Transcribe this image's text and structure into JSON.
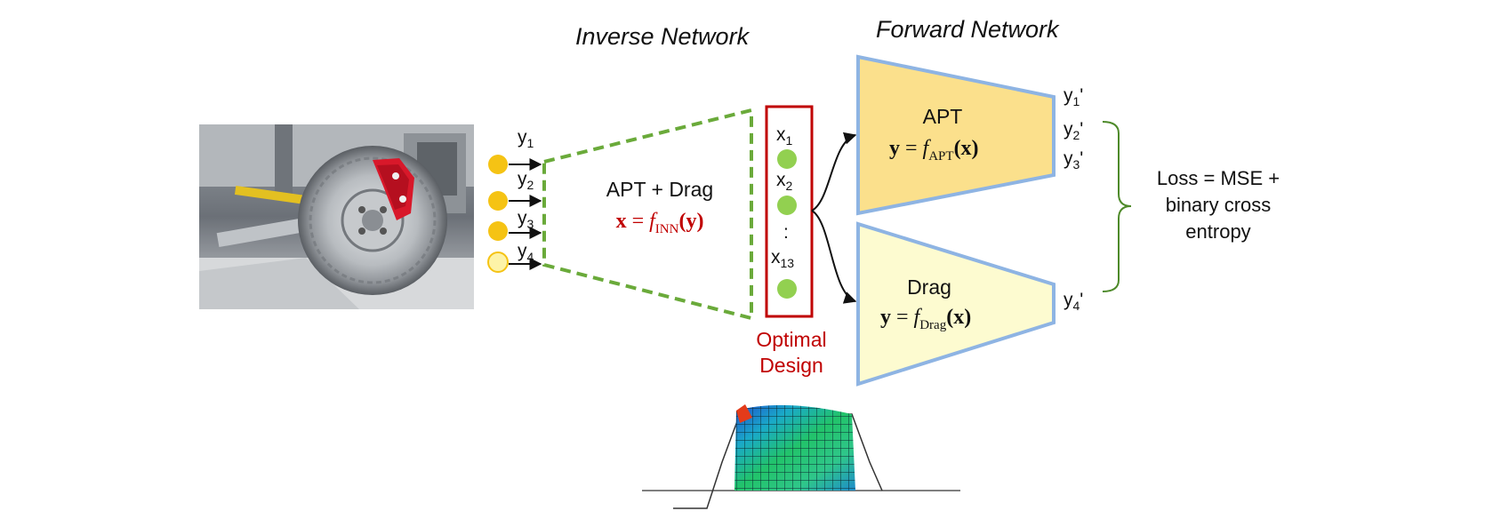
{
  "titles": {
    "inverse": "Inverse Network",
    "forward": "Forward Network"
  },
  "inputs": {
    "y1": "y",
    "y1_sub": "1",
    "y2": "y",
    "y2_sub": "2",
    "y3": "y",
    "y3_sub": "3",
    "y4": "y",
    "y4_sub": "4"
  },
  "inverse_box": {
    "label": "APT + Drag",
    "eq_lhs": "x",
    "eq_eq": " = ",
    "eq_f": "f",
    "eq_sub": "INN",
    "eq_arg": "(y)"
  },
  "design_vector": {
    "x1": "x",
    "x1_sub": "1",
    "x2": "x",
    "x2_sub": "2",
    "dots": ":",
    "x13": "x",
    "x13_sub": "13",
    "label_line1": "Optimal",
    "label_line2": "Design"
  },
  "apt_box": {
    "label": "APT",
    "eq_lhs": "y",
    "eq_eq": " = ",
    "eq_f": "f",
    "eq_sub": "APT",
    "eq_arg": "(x)"
  },
  "drag_box": {
    "label": "Drag",
    "eq_lhs": "y",
    "eq_eq": " = ",
    "eq_f": "f",
    "eq_sub": "Drag",
    "eq_arg": "(x)"
  },
  "outputs": {
    "y1": "y",
    "y1_sub": "1",
    "y1_prime": "'",
    "y2": "y",
    "y2_sub": "2",
    "y2_prime": "'",
    "y3": "y",
    "y3_sub": "3",
    "y3_prime": "'",
    "y4": "y",
    "y4_sub": "4",
    "y4_prime": "'"
  },
  "loss": {
    "line1": "Loss = MSE +",
    "line2": "binary cross",
    "line3": "entropy"
  },
  "colors": {
    "node_fill": "#f5c314",
    "node_empty_fill": "#fdf3a8",
    "design_node": "#92d050",
    "inverse_dash": "#6aaa3a",
    "design_box": "#c00000",
    "apt_fill": "#fbe08c",
    "drag_fill": "#fdfbd0",
    "forward_stroke": "#8eb4e3",
    "brace": "#4e8a2a",
    "eq_red": "#c00000"
  }
}
